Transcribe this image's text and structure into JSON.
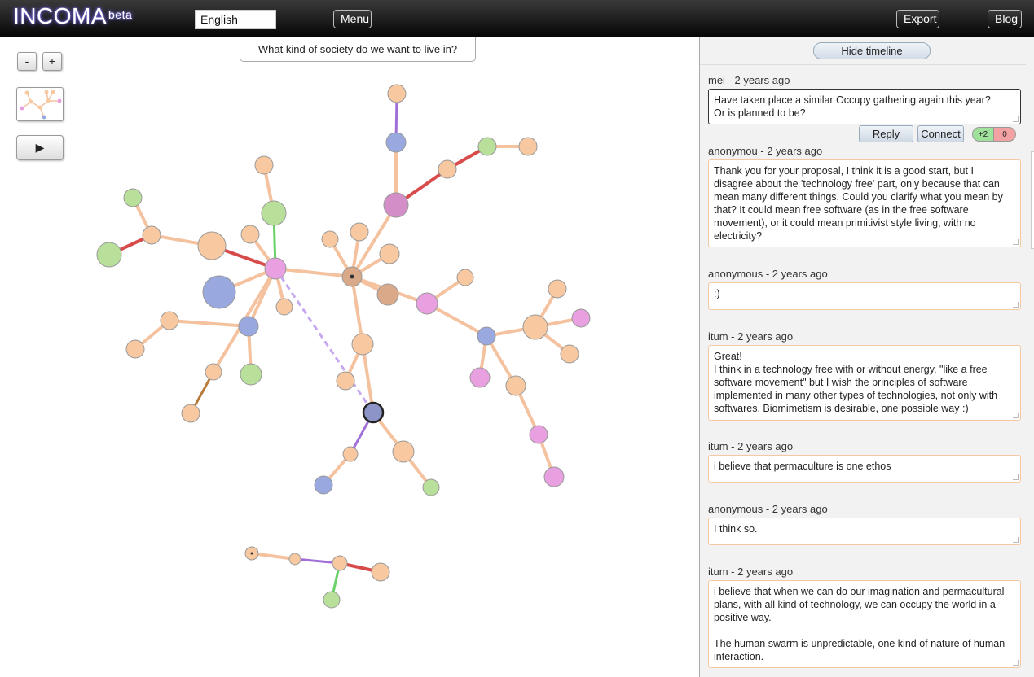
{
  "header": {
    "logo_text": "INCOMA",
    "logo_sup": "beta",
    "language": "English",
    "menu_label": "Menu",
    "export_label": "Export",
    "blog_label": "Blog"
  },
  "question": "What kind of society do we want to live in?",
  "controls": {
    "zoom_out": "-",
    "zoom_in": "+",
    "play": "▶"
  },
  "colors": {
    "question_node": "#f8c8a0",
    "idea_node": "#9aa8e0",
    "agree_node": "#b8e09a",
    "pink_node": "#e8a0e0",
    "link_default": "#f5c2a0",
    "link_red": "#d84b4b",
    "link_green": "#6ad06a",
    "link_purple": "#a070d8",
    "link_brown": "#b87a3a"
  },
  "timeline": {
    "hide_label": "Hide timeline",
    "reply_label": "Reply",
    "connect_label": "Connect",
    "votes": {
      "up": "+2",
      "down": "0"
    },
    "posts": [
      {
        "meta": "mei - 2 years ago",
        "text": "Have taken place a similar Occupy gathering again this year?\nOr is planned to be?"
      },
      {
        "meta": "anonymou - 2 years ago",
        "text": "Thank you for your proposal, I think it is a good start, but I disagree about the 'technology free' part, only because that can mean many different things. Could you clarify what you mean by that? It could mean free software (as in the free software movement), or it could mean primitivist style living, with no electricity?"
      },
      {
        "meta": "anonymous - 2 years ago",
        "text": ":)"
      },
      {
        "meta": "itum - 2 years ago",
        "text": "Great!\nI think in a technology free with or without energy, \"like a free software movement\" but I wish the principles of software implemented in many other types of technologies, not only with softwares. Biomimetism is desirable, one possible way :)"
      },
      {
        "meta": "itum - 2 years ago",
        "text": "i believe that permaculture is one ethos"
      },
      {
        "meta": "anonymous - 2 years ago",
        "text": "I think so."
      },
      {
        "meta": "itum - 2 years ago",
        "text": "i believe that when we can do our imagination and permacultural plans, with all kind of technology, we can occupy the world in a positive way.\n\nThe human swarm is unpredictable, one kind of nature of human interaction."
      }
    ]
  }
}
